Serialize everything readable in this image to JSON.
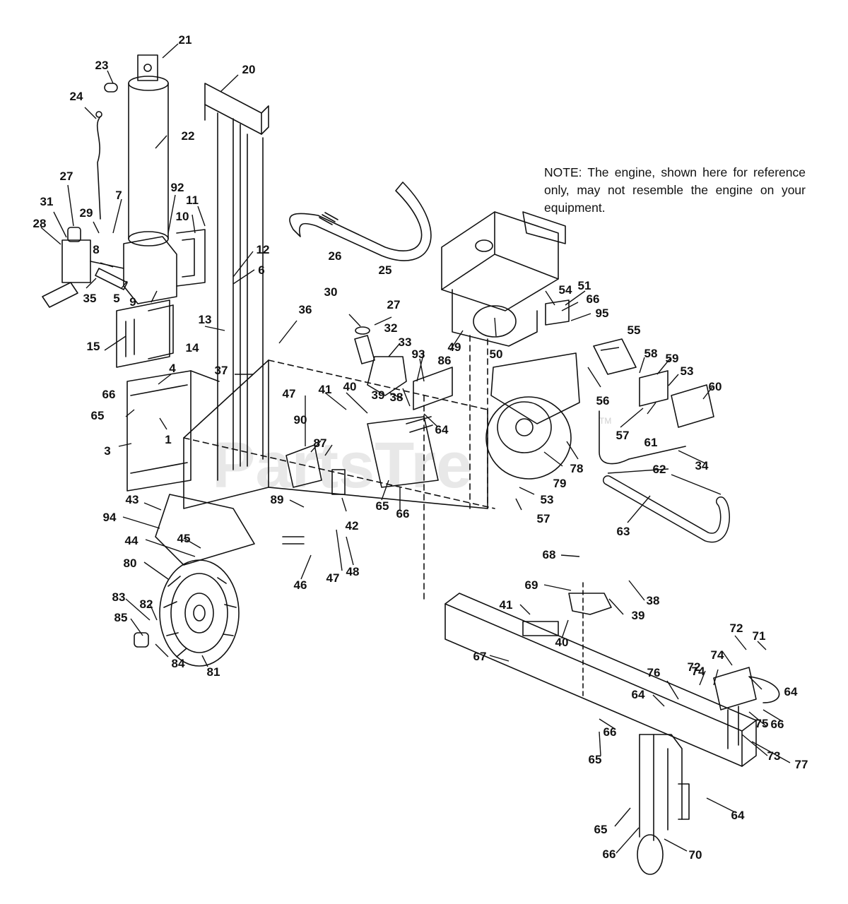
{
  "note": "NOTE: The engine, shown here for reference only, may not resemble the engine on your equipment.",
  "watermark": "PartsTre",
  "watermark_tm": "TM",
  "part_labels": [
    "21",
    "20",
    "23",
    "22",
    "24",
    "27",
    "92",
    "11",
    "31",
    "29",
    "7",
    "10",
    "28",
    "8",
    "12",
    "6",
    "35",
    "5",
    "9",
    "26",
    "25",
    "13",
    "15",
    "14",
    "36",
    "30",
    "27",
    "32",
    "33",
    "54",
    "51",
    "66",
    "95",
    "55",
    "49",
    "50",
    "93",
    "86",
    "4",
    "66",
    "65",
    "3",
    "1",
    "37",
    "47",
    "90",
    "41",
    "40",
    "39",
    "38",
    "64",
    "58",
    "59",
    "53",
    "60",
    "56",
    "57",
    "61",
    "34",
    "87",
    "89",
    "65",
    "66",
    "79",
    "78",
    "62",
    "53",
    "57",
    "43",
    "94",
    "44",
    "45",
    "42",
    "47",
    "48",
    "46",
    "63",
    "80",
    "83",
    "82",
    "85",
    "84",
    "81",
    "68",
    "69",
    "38",
    "39",
    "41",
    "40",
    "67",
    "72",
    "71",
    "74",
    "64",
    "76",
    "72",
    "74",
    "64",
    "66",
    "75",
    "66",
    "65",
    "73",
    "77",
    "64",
    "65",
    "66",
    "70"
  ],
  "colors": {
    "ink": "#111111",
    "watermark": "#d6d6d6",
    "background": "#ffffff"
  }
}
